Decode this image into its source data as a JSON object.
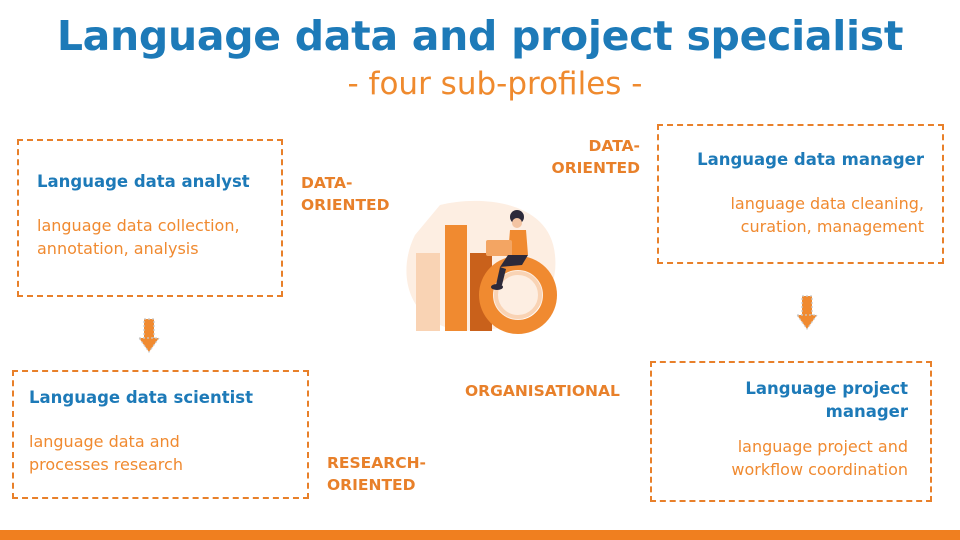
{
  "header": {
    "title": "Language data and project specialist",
    "subtitle": "- four sub-profiles -"
  },
  "profiles": {
    "analyst": {
      "title": "Language data analyst",
      "desc": "language data collection,\nannotation, analysis"
    },
    "manager": {
      "title": "Language data manager",
      "desc": "language data cleaning,\ncuration, management"
    },
    "scientist": {
      "title": "Language data scientist",
      "desc": "language data and\nprocesses research"
    },
    "project_manager": {
      "title": "Language project\nmanager",
      "desc": "language project and\nworkflow coordination"
    }
  },
  "tags": {
    "analyst_orientation": "DATA-\nORIENTED",
    "manager_orientation": "DATA-\nORIENTED",
    "project_manager_orientation": "ORGANISATIONAL",
    "scientist_orientation": "RESEARCH-\nORIENTED"
  },
  "colors": {
    "title_blue": "#1d7ab8",
    "accent_orange": "#e8802a",
    "light_orange": "#f9d9bd"
  }
}
